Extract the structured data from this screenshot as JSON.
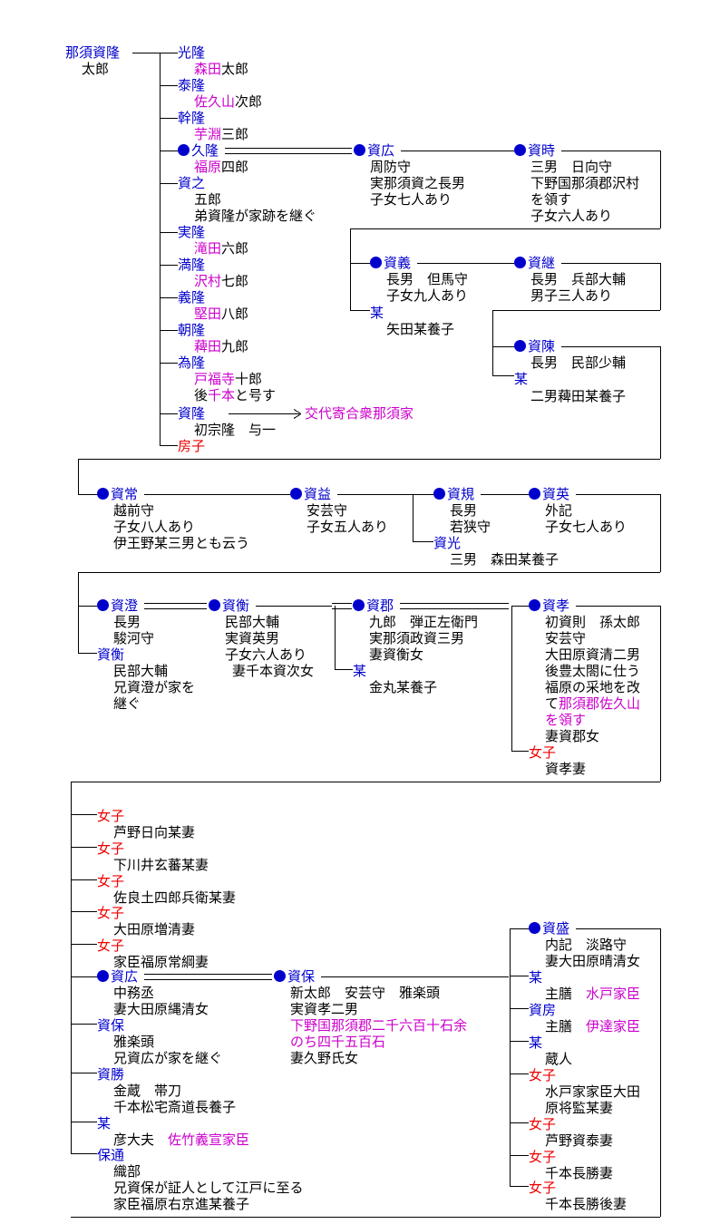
{
  "colors": {
    "name": "#0000cc",
    "place": "#cc00cc",
    "female": "#ee0000",
    "text": "#000000"
  },
  "entries": [
    {
      "s": [
        [
          "b",
          "那須資隆"
        ]
      ]
    },
    {
      "s": [
        [
          "k",
          "太郎"
        ]
      ]
    },
    {
      "s": [
        [
          "b",
          "光隆"
        ]
      ]
    },
    {
      "s": [
        [
          "m",
          "森田"
        ],
        [
          "k",
          "太郎"
        ]
      ]
    },
    {
      "s": [
        [
          "b",
          "泰隆"
        ]
      ]
    },
    {
      "s": [
        [
          "m",
          "佐久山"
        ],
        [
          "k",
          "次郎"
        ]
      ]
    },
    {
      "s": [
        [
          "b",
          "幹隆"
        ]
      ]
    },
    {
      "s": [
        [
          "m",
          "芋淵"
        ],
        [
          "k",
          "三郎"
        ]
      ]
    },
    {
      "dot": true,
      "s": [
        [
          "b",
          "久隆"
        ]
      ]
    },
    {
      "s": [
        [
          "m",
          "福原"
        ],
        [
          "k",
          "四郎"
        ]
      ]
    },
    {
      "s": [
        [
          "b",
          "資之"
        ]
      ]
    },
    {
      "s": [
        [
          "k",
          "五郎"
        ]
      ]
    },
    {
      "s": [
        [
          "k",
          "弟資隆が家跡を継ぐ"
        ]
      ]
    },
    {
      "s": [
        [
          "b",
          "実隆"
        ]
      ]
    },
    {
      "s": [
        [
          "m",
          "滝田"
        ],
        [
          "k",
          "六郎"
        ]
      ]
    },
    {
      "s": [
        [
          "b",
          "満隆"
        ]
      ]
    },
    {
      "s": [
        [
          "m",
          "沢村"
        ],
        [
          "k",
          "七郎"
        ]
      ]
    },
    {
      "s": [
        [
          "b",
          "義隆"
        ]
      ]
    },
    {
      "s": [
        [
          "m",
          "堅田"
        ],
        [
          "k",
          "八郎"
        ]
      ]
    },
    {
      "s": [
        [
          "b",
          "朝隆"
        ]
      ]
    },
    {
      "s": [
        [
          "m",
          "薭田"
        ],
        [
          "k",
          "九郎"
        ]
      ]
    },
    {
      "s": [
        [
          "b",
          "為隆"
        ]
      ]
    },
    {
      "s": [
        [
          "m",
          "戸福寺"
        ],
        [
          "k",
          "十郎"
        ]
      ]
    },
    {
      "s": [
        [
          "k",
          "後"
        ],
        [
          "m",
          "千本"
        ],
        [
          "k",
          "と号す"
        ]
      ]
    },
    {
      "s": [
        [
          "b",
          "資隆"
        ]
      ]
    },
    {
      "s": [
        [
          "m",
          "交代寄合衆那須家"
        ]
      ]
    },
    {
      "s": [
        [
          "k",
          "初宗隆　与一"
        ]
      ]
    },
    {
      "s": [
        [
          "r",
          "房子"
        ]
      ]
    },
    {
      "dot": true,
      "s": [
        [
          "b",
          "資広"
        ]
      ]
    },
    {
      "s": [
        [
          "k",
          "周防守"
        ]
      ]
    },
    {
      "s": [
        [
          "k",
          "実那須資之長男"
        ]
      ]
    },
    {
      "s": [
        [
          "k",
          "子女七人あり"
        ]
      ]
    },
    {
      "dot": true,
      "s": [
        [
          "b",
          "資時"
        ]
      ]
    },
    {
      "s": [
        [
          "k",
          "三男　日向守"
        ]
      ]
    },
    {
      "s": [
        [
          "k",
          "下野国那須郡沢村"
        ]
      ]
    },
    {
      "s": [
        [
          "k",
          "を領す"
        ]
      ]
    },
    {
      "s": [
        [
          "k",
          "子女六人あり"
        ]
      ]
    },
    {
      "dot": true,
      "s": [
        [
          "b",
          "資義"
        ]
      ]
    },
    {
      "s": [
        [
          "k",
          "長男　但馬守"
        ]
      ]
    },
    {
      "s": [
        [
          "k",
          "子女九人あり"
        ]
      ]
    },
    {
      "s": [
        [
          "b",
          "某"
        ]
      ]
    },
    {
      "s": [
        [
          "k",
          "矢田某養子"
        ]
      ]
    },
    {
      "dot": true,
      "s": [
        [
          "b",
          "資継"
        ]
      ]
    },
    {
      "s": [
        [
          "k",
          "長男　兵部大輔"
        ]
      ]
    },
    {
      "s": [
        [
          "k",
          "男子三人あり"
        ]
      ]
    },
    {
      "dot": true,
      "s": [
        [
          "b",
          "資陳"
        ]
      ]
    },
    {
      "s": [
        [
          "k",
          "長男　民部少輔"
        ]
      ]
    },
    {
      "s": [
        [
          "b",
          "某"
        ]
      ]
    },
    {
      "s": [
        [
          "k",
          "二男薭田某養子"
        ]
      ]
    },
    {
      "dot": true,
      "s": [
        [
          "b",
          "資常"
        ]
      ]
    },
    {
      "s": [
        [
          "k",
          "越前守"
        ]
      ]
    },
    {
      "s": [
        [
          "k",
          "子女八人あり"
        ]
      ]
    },
    {
      "s": [
        [
          "k",
          "伊王野某三男とも云う"
        ]
      ]
    },
    {
      "dot": true,
      "s": [
        [
          "b",
          "資益"
        ]
      ]
    },
    {
      "s": [
        [
          "k",
          "安芸守"
        ]
      ]
    },
    {
      "s": [
        [
          "k",
          "子女五人あり"
        ]
      ]
    },
    {
      "dot": true,
      "s": [
        [
          "b",
          "資規"
        ]
      ]
    },
    {
      "s": [
        [
          "k",
          "長男"
        ]
      ]
    },
    {
      "s": [
        [
          "k",
          "若狭守"
        ]
      ]
    },
    {
      "s": [
        [
          "b",
          "資光"
        ]
      ]
    },
    {
      "s": [
        [
          "k",
          "三男　森田某養子"
        ]
      ]
    },
    {
      "dot": true,
      "s": [
        [
          "b",
          "資英"
        ]
      ]
    },
    {
      "s": [
        [
          "k",
          "外記"
        ]
      ]
    },
    {
      "s": [
        [
          "k",
          "子女七人あり"
        ]
      ]
    },
    {
      "dot": true,
      "s": [
        [
          "b",
          "資澄"
        ]
      ]
    },
    {
      "s": [
        [
          "k",
          "長男"
        ]
      ]
    },
    {
      "s": [
        [
          "k",
          "駿河守"
        ]
      ]
    },
    {
      "s": [
        [
          "b",
          "資衡"
        ]
      ]
    },
    {
      "s": [
        [
          "k",
          "民部大輔"
        ]
      ]
    },
    {
      "s": [
        [
          "k",
          "兄資澄が家を"
        ]
      ]
    },
    {
      "s": [
        [
          "k",
          "継ぐ"
        ]
      ]
    },
    {
      "dot": true,
      "s": [
        [
          "b",
          "資衡"
        ]
      ]
    },
    {
      "s": [
        [
          "k",
          "民部大輔"
        ]
      ]
    },
    {
      "s": [
        [
          "k",
          "実資英男"
        ]
      ]
    },
    {
      "s": [
        [
          "k",
          "子女六人あり"
        ]
      ]
    },
    {
      "s": [
        [
          "k",
          "妻千本資次女"
        ]
      ]
    },
    {
      "dot": true,
      "s": [
        [
          "b",
          "資郡"
        ]
      ]
    },
    {
      "s": [
        [
          "k",
          "九郎　弾正左衛門"
        ]
      ]
    },
    {
      "s": [
        [
          "k",
          "実那須政資三男"
        ]
      ]
    },
    {
      "s": [
        [
          "k",
          "妻資衡女"
        ]
      ]
    },
    {
      "s": [
        [
          "b",
          "某"
        ]
      ]
    },
    {
      "s": [
        [
          "k",
          "金丸某養子"
        ]
      ]
    },
    {
      "dot": true,
      "s": [
        [
          "b",
          "資孝"
        ]
      ]
    },
    {
      "s": [
        [
          "k",
          "初資則　孫太郎"
        ]
      ]
    },
    {
      "s": [
        [
          "k",
          "安芸守"
        ]
      ]
    },
    {
      "s": [
        [
          "k",
          "大田原資清二男"
        ]
      ]
    },
    {
      "s": [
        [
          "k",
          "後豊太閤に仕う"
        ]
      ]
    },
    {
      "s": [
        [
          "k",
          "福原の采地を改"
        ]
      ]
    },
    {
      "s": [
        [
          "k",
          "て"
        ],
        [
          "m",
          "那須郡佐久山"
        ]
      ]
    },
    {
      "s": [
        [
          "m",
          "を領す"
        ]
      ]
    },
    {
      "s": [
        [
          "k",
          "妻資郡女"
        ]
      ]
    },
    {
      "s": [
        [
          "r",
          "女子"
        ]
      ]
    },
    {
      "s": [
        [
          "k",
          "資孝妻"
        ]
      ]
    },
    {
      "s": [
        [
          "r",
          "女子"
        ]
      ]
    },
    {
      "s": [
        [
          "k",
          "芦野日向某妻"
        ]
      ]
    },
    {
      "s": [
        [
          "r",
          "女子"
        ]
      ]
    },
    {
      "s": [
        [
          "k",
          "下川井玄蕃某妻"
        ]
      ]
    },
    {
      "s": [
        [
          "r",
          "女子"
        ]
      ]
    },
    {
      "s": [
        [
          "k",
          "佐良土四郎兵衛某妻"
        ]
      ]
    },
    {
      "s": [
        [
          "r",
          "女子"
        ]
      ]
    },
    {
      "s": [
        [
          "k",
          "大田原増清妻"
        ]
      ]
    },
    {
      "s": [
        [
          "r",
          "女子"
        ]
      ]
    },
    {
      "s": [
        [
          "k",
          "家臣福原常綱妻"
        ]
      ]
    },
    {
      "dot": true,
      "s": [
        [
          "b",
          "資広"
        ]
      ]
    },
    {
      "s": [
        [
          "k",
          "中務丞"
        ]
      ]
    },
    {
      "s": [
        [
          "k",
          "妻大田原縄清女"
        ]
      ]
    },
    {
      "s": [
        [
          "b",
          "資保"
        ]
      ]
    },
    {
      "s": [
        [
          "k",
          "雅楽頭"
        ]
      ]
    },
    {
      "s": [
        [
          "k",
          "兄資広が家を継ぐ"
        ]
      ]
    },
    {
      "s": [
        [
          "b",
          "資勝"
        ]
      ]
    },
    {
      "s": [
        [
          "k",
          "金蔵　帯刀"
        ]
      ]
    },
    {
      "s": [
        [
          "k",
          "千本松宅斎道長養子"
        ]
      ]
    },
    {
      "s": [
        [
          "b",
          "某"
        ]
      ]
    },
    {
      "s": [
        [
          "k",
          "彦大夫　"
        ],
        [
          "m",
          "佐竹義宣家臣"
        ]
      ]
    },
    {
      "s": [
        [
          "b",
          "保通"
        ]
      ]
    },
    {
      "s": [
        [
          "k",
          "織部"
        ]
      ]
    },
    {
      "s": [
        [
          "k",
          "兄資保が証人として江戸に至る"
        ]
      ]
    },
    {
      "s": [
        [
          "k",
          "家臣福原右京進某養子"
        ]
      ]
    },
    {
      "dot": true,
      "s": [
        [
          "b",
          "資保"
        ]
      ]
    },
    {
      "s": [
        [
          "k",
          "新太郎　安芸守　雅楽頭"
        ]
      ]
    },
    {
      "s": [
        [
          "k",
          "実資孝二男"
        ]
      ]
    },
    {
      "s": [
        [
          "m",
          "下野国那須郡二千六百十石余"
        ]
      ]
    },
    {
      "s": [
        [
          "m",
          "のち四千五百石"
        ]
      ]
    },
    {
      "s": [
        [
          "k",
          "妻久野氏女"
        ]
      ]
    },
    {
      "dot": true,
      "s": [
        [
          "b",
          "資盛"
        ]
      ]
    },
    {
      "s": [
        [
          "k",
          "内記　淡路守"
        ]
      ]
    },
    {
      "s": [
        [
          "k",
          "妻大田原晴清女"
        ]
      ]
    },
    {
      "s": [
        [
          "b",
          "某"
        ]
      ]
    },
    {
      "s": [
        [
          "k",
          "主膳　"
        ],
        [
          "m",
          "水戸家臣"
        ]
      ]
    },
    {
      "s": [
        [
          "b",
          "資房"
        ]
      ]
    },
    {
      "s": [
        [
          "k",
          "主膳　"
        ],
        [
          "m",
          "伊達家臣"
        ]
      ]
    },
    {
      "s": [
        [
          "b",
          "某"
        ]
      ]
    },
    {
      "s": [
        [
          "k",
          "蔵人"
        ]
      ]
    },
    {
      "s": [
        [
          "r",
          "女子"
        ]
      ]
    },
    {
      "s": [
        [
          "k",
          "水戸家家臣大田"
        ]
      ]
    },
    {
      "s": [
        [
          "k",
          "原将監某妻"
        ]
      ]
    },
    {
      "s": [
        [
          "r",
          "女子"
        ]
      ]
    },
    {
      "s": [
        [
          "k",
          "芦野資泰妻"
        ]
      ]
    },
    {
      "s": [
        [
          "r",
          "女子"
        ]
      ]
    },
    {
      "s": [
        [
          "k",
          "千本長勝妻"
        ]
      ]
    },
    {
      "s": [
        [
          "r",
          "女子"
        ]
      ]
    },
    {
      "s": [
        [
          "k",
          "千本長勝後妻"
        ]
      ]
    }
  ]
}
